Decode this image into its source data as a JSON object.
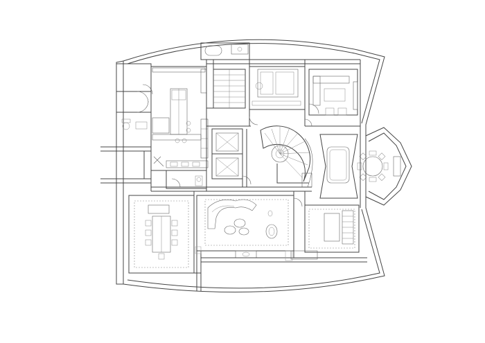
{
  "drawing": {
    "kind": "architectural floor plan",
    "colors": {
      "background": "#ffffff",
      "line": "#444444",
      "light_line": "#888888"
    },
    "rooms": [
      {
        "id": "kitchen",
        "name": ""
      },
      {
        "id": "stair-hall",
        "name": ""
      },
      {
        "id": "bedroom",
        "name": ""
      },
      {
        "id": "study",
        "name": ""
      },
      {
        "id": "spiral-stair",
        "name": ""
      },
      {
        "id": "round-dining-bay",
        "name": ""
      },
      {
        "id": "formal-dining",
        "name": ""
      },
      {
        "id": "living",
        "name": ""
      },
      {
        "id": "media-lounge",
        "name": ""
      }
    ]
  }
}
